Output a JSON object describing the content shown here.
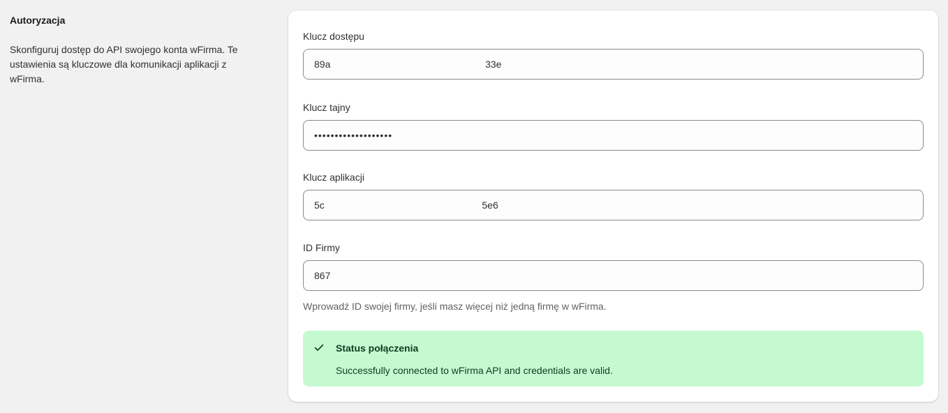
{
  "section": {
    "title": "Autoryzacja",
    "description": "Skonfiguruj dostęp do API swojego konta wFirma. Te ustawienia są kluczowe dla komunikacji aplikacji z wFirma."
  },
  "fields": {
    "access_key": {
      "label": "Klucz dostępu",
      "value": "89a                                                         33e"
    },
    "secret_key": {
      "label": "Klucz tajny",
      "value": "•••••••••••••••••••"
    },
    "app_key": {
      "label": "Klucz aplikacji",
      "value": "5c                                                          5e6"
    },
    "company_id": {
      "label": "ID Firmy",
      "value": "867",
      "help": "Wprowadź ID swojej firmy, jeśli masz więcej niż jedną firmę w wFirma."
    }
  },
  "status": {
    "icon": "checkmark-icon",
    "title": "Status połączenia",
    "message": "Successfully connected to wFirma API and credentials are valid.",
    "colors": {
      "background": "#c5fad1",
      "text": "#0c3d21"
    }
  }
}
